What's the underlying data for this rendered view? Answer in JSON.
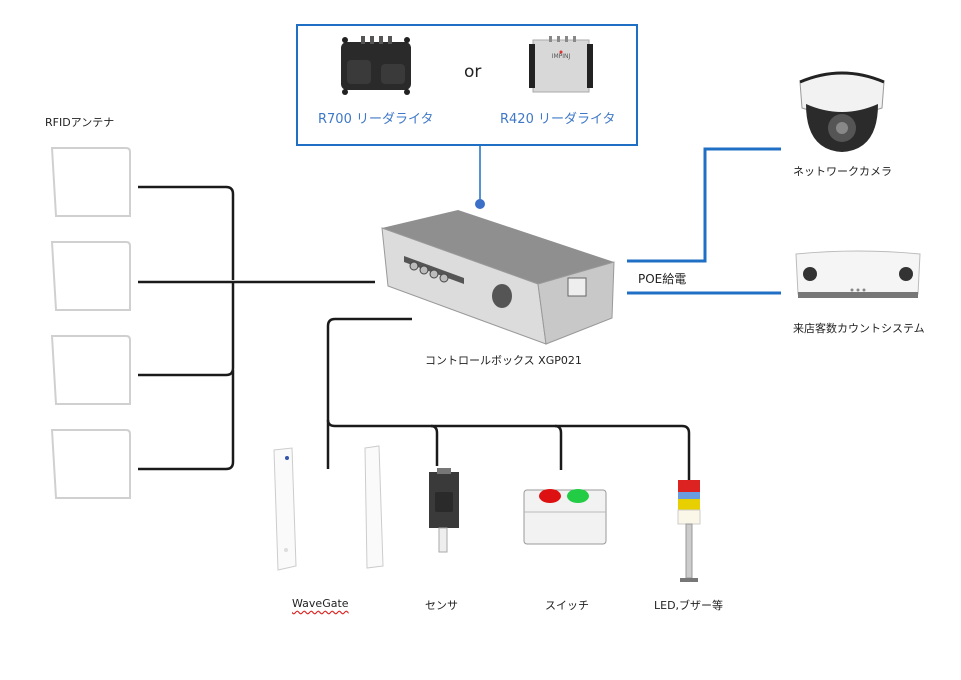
{
  "diagram": {
    "reader_group": {
      "or_text": "or",
      "readers": [
        {
          "name": "R700 リーダライタ",
          "icon": "rfid-reader-black"
        },
        {
          "name": "R420 リーダライタ",
          "icon": "rfid-reader-silver",
          "brand_text": "IMPINJ"
        }
      ]
    },
    "antenna": {
      "label": "RFIDアンテナ",
      "count": 4
    },
    "control_box": {
      "label": "コントロールボックス XGP021"
    },
    "poe": {
      "label": "POE給電"
    },
    "network_camera": {
      "label": "ネットワークカメラ"
    },
    "people_counter": {
      "label": "来店客数カウントシステム"
    },
    "peripherals": [
      {
        "label": "WaveGate",
        "icon": "gate-icon"
      },
      {
        "label": "センサ",
        "icon": "sensor-icon"
      },
      {
        "label": "スイッチ",
        "icon": "switch-icon"
      },
      {
        "label": "LED,ブザー等",
        "icon": "signal-tower-icon"
      }
    ],
    "colors": {
      "blue_line": "#1f6fc4",
      "black_line": "#1a1a1a",
      "reader_label": "#3f78c8"
    }
  }
}
